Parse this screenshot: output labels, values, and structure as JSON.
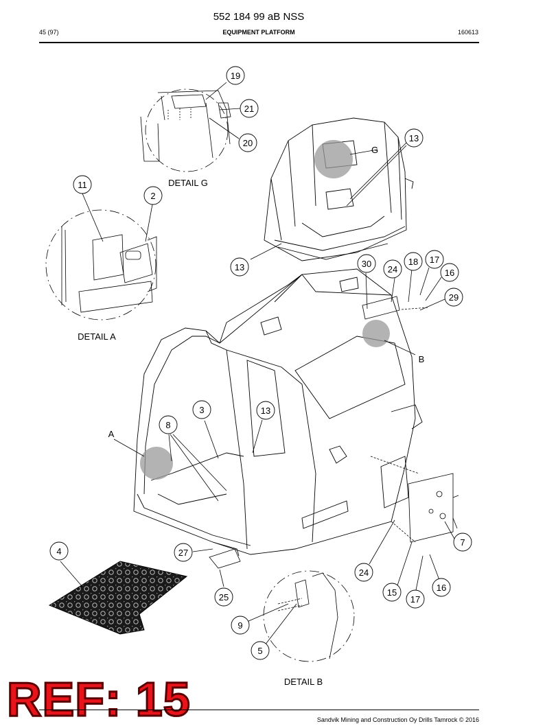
{
  "header": {
    "doc_number": "552 184 99 aB NSS",
    "page": "45 (97)",
    "title": "EQUIPMENT PLATFORM",
    "date": "160613"
  },
  "details": {
    "g": "DETAIL G",
    "a": "DETAIL A",
    "b": "DETAIL B"
  },
  "letters": {
    "g": "G",
    "b": "B",
    "a": "A"
  },
  "callouts": {
    "c19": "19",
    "c21": "21",
    "c20": "20",
    "c13a": "13",
    "c11": "11",
    "c2": "2",
    "c13b": "13",
    "c30": "30",
    "c24a": "24",
    "c18": "18",
    "c17a": "17",
    "c16a": "16",
    "c29": "29",
    "c3": "3",
    "c13c": "13",
    "c8": "8",
    "c4": "4",
    "c27": "27",
    "c25": "25",
    "c9": "9",
    "c5": "5",
    "c7": "7",
    "c24b": "24",
    "c15": "15",
    "c17b": "17",
    "c16b": "16"
  },
  "watermark": "REF: 15",
  "footer": {
    "copyright": "Sandvik Mining and Construction Oy Drills Tamrock © 2016"
  }
}
